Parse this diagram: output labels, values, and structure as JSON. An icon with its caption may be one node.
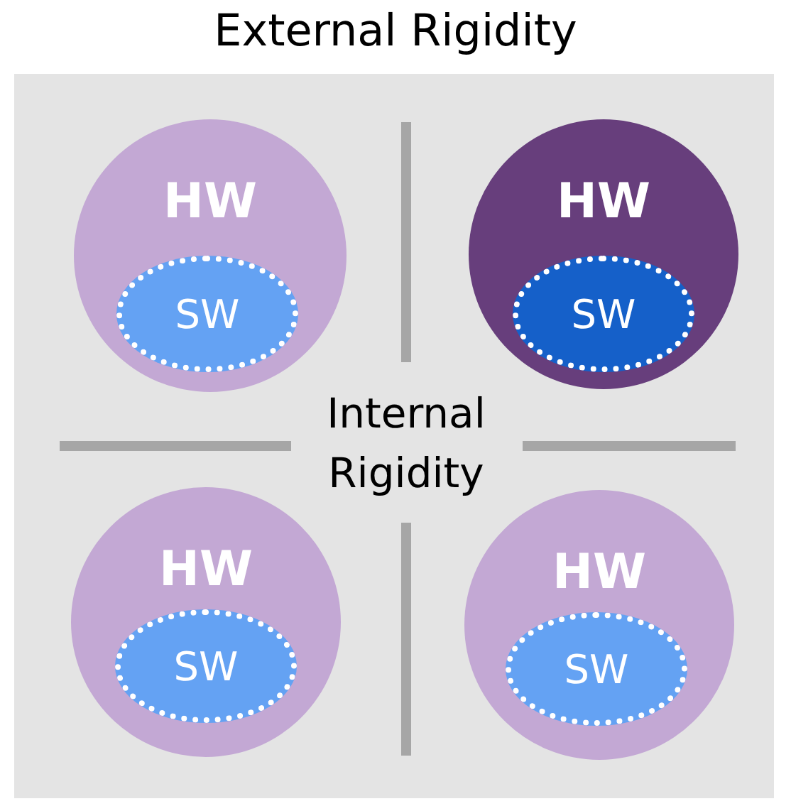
{
  "diagram": {
    "title": "External Rigidity",
    "nodes": [
      {
        "text": [
          "HW"
        ]
      },
      {
        "text": [
          "SW"
        ],
        "in": 0
      },
      {
        "text": [
          "HW"
        ]
      },
      {
        "text": [
          "SW"
        ],
        "in": 2
      },
      {
        "text": [
          "HW"
        ]
      },
      {
        "text": [
          "SW"
        ],
        "in": 4
      },
      {
        "text": [
          "HW"
        ]
      },
      {
        "text": [
          "SW"
        ],
        "in": 6
      }
    ],
    "labels": [
      "Internal Rigidity"
    ]
  }
}
